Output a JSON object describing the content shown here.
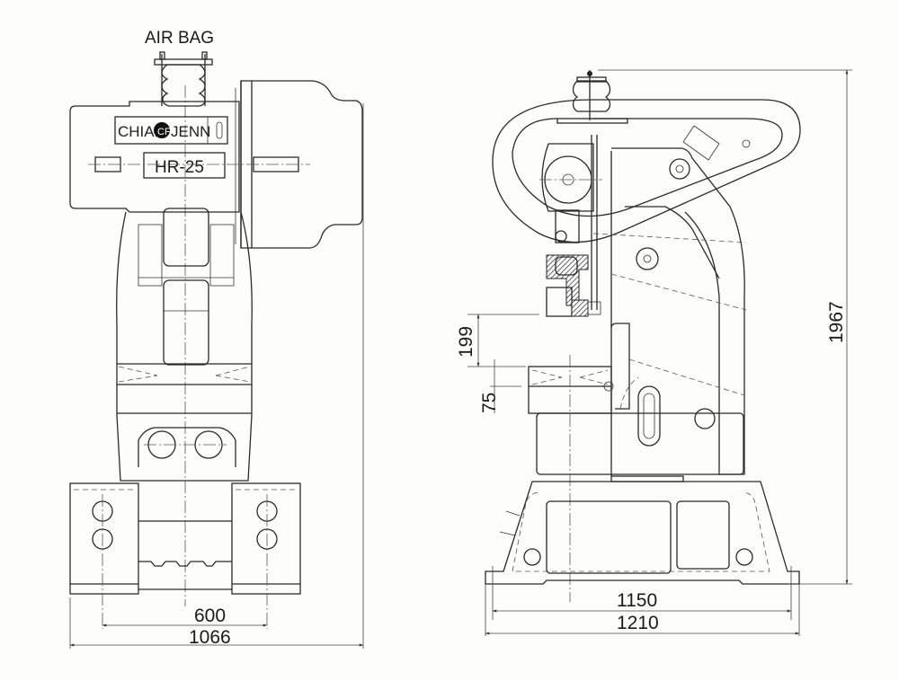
{
  "drawing": {
    "title": "HR-25 Press Dimension Drawing",
    "front_view": {
      "label_air_bag": "AIR BAG",
      "brand_left": "CHIAR",
      "brand_right": "JENN",
      "model_plate": "HR-25",
      "dim_bolt_spacing": "600",
      "dim_overall_width": "1066"
    },
    "side_view": {
      "dim_stroke": "199",
      "dim_adjustment": "75",
      "dim_overall_height": "1967",
      "dim_bolt_spacing": "1150",
      "dim_overall_depth": "1210"
    }
  }
}
